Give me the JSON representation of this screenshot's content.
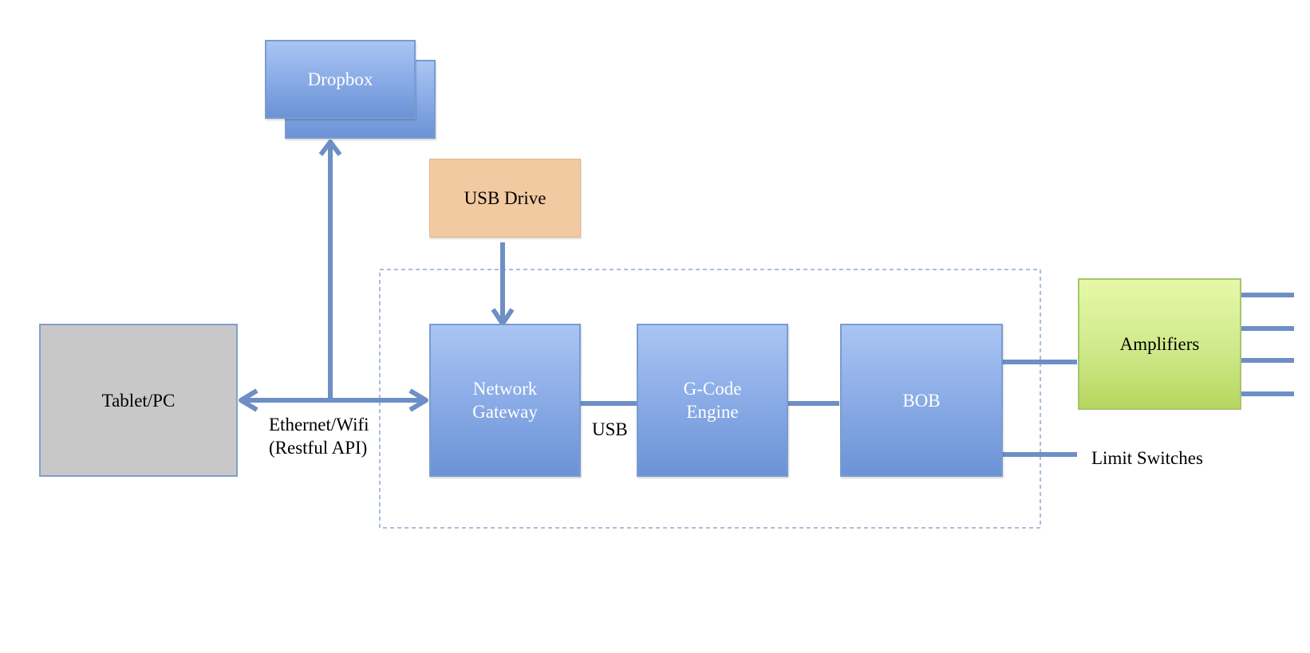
{
  "nodes": {
    "dropbox": "Dropbox",
    "usb_drive": "USB Drive",
    "tablet_pc": "Tablet/PC",
    "network_gateway": [
      "Network",
      "Gateway"
    ],
    "gcode_engine": [
      "G-Code",
      "Engine"
    ],
    "bob": "BOB",
    "amplifiers": "Amplifiers"
  },
  "edge_labels": {
    "ethernet": [
      "Ethernet/Wifi",
      "(Restful API)"
    ],
    "usb": "USB",
    "limit_switches": "Limit Switches"
  },
  "colors": {
    "connector": "#6d8fc6",
    "dashed_border": "#8ea8cf"
  }
}
